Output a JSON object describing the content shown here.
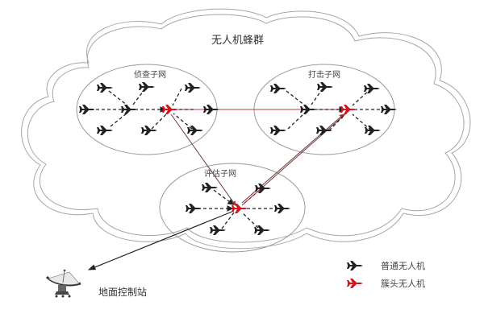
{
  "title": "无人机蜂群",
  "subnets": [
    {
      "id": "recon",
      "label": "侦查子网"
    },
    {
      "id": "strike",
      "label": "打击子网"
    },
    {
      "id": "eval",
      "label": "评估子网"
    }
  ],
  "ground_station": {
    "label": "地面控制站"
  },
  "legend": [
    {
      "label": "普通无人机",
      "color": "#222222"
    },
    {
      "label": "簇头无人机",
      "color": "#d0161e"
    }
  ],
  "colors": {
    "normal_drone": "#222222",
    "leader_drone": "#d0161e",
    "link_red": "#b83a44",
    "link_dark": "#333333",
    "outline": "#9a9a9a"
  }
}
